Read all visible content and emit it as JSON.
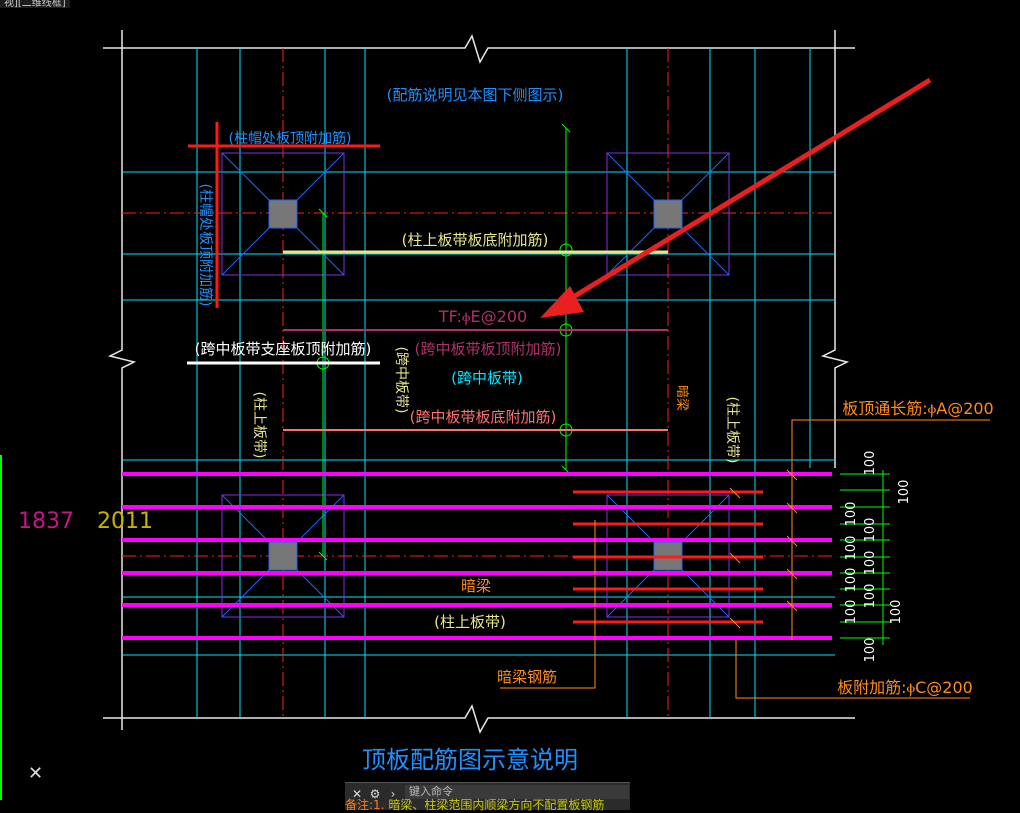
{
  "window": {
    "tab_label": "视][二维线框]"
  },
  "drawing": {
    "title": "顶板配筋图示意说明",
    "labels": {
      "note_top": "(配筋说明见本图下侧图示)",
      "cap_top_rebar": "(柱帽处板顶附加筋)",
      "cap_top_rebar_v": "(柱帽处板顶附加筋)",
      "col_strip_bottom": "(柱上板带板底附加筋)",
      "tf": "TF:ⲫE@200",
      "mid_support_top": "(跨中板带支座板顶附加筋)",
      "mid_top": "(跨中板带板顶附加筋)",
      "mid_strip": "(跨中板带)",
      "mid_strip_v": "(跨中板带)",
      "col_strip_v_left": "(柱上板带)",
      "col_strip_v_right": "(柱上板带)",
      "mid_bottom": "(跨中板带板底附加筋)",
      "hidden_beam_v": "暗梁",
      "hidden_beam": "暗梁",
      "col_strip_bottom2": "(柱上板带)",
      "hidden_beam_rebar": "暗梁钢筋",
      "slab_top_long": "板顶通长筋:ⲫA@200",
      "slab_add": "板附加筋:ⲫC@200",
      "coord_1": "1837",
      "coord_2": "2011"
    },
    "dimensions": [
      "100",
      "100",
      "100",
      "100",
      "100",
      "100",
      "100",
      "100",
      "100",
      "100",
      "100"
    ],
    "colors": {
      "magenta": "#ff00ff",
      "red": "#ff0000",
      "cyan": "#00ffff",
      "blue": "#1e64ff",
      "green": "#00ff00",
      "yellow": "#e6e68c",
      "orange": "#ff8c1a",
      "pink": "#ff4d6d"
    }
  },
  "command": {
    "prompt": "键入命令",
    "history_prefix": "备注:1.",
    "history_text": "暗梁、柱梁范围内顺梁方向不配置板钢筋"
  }
}
